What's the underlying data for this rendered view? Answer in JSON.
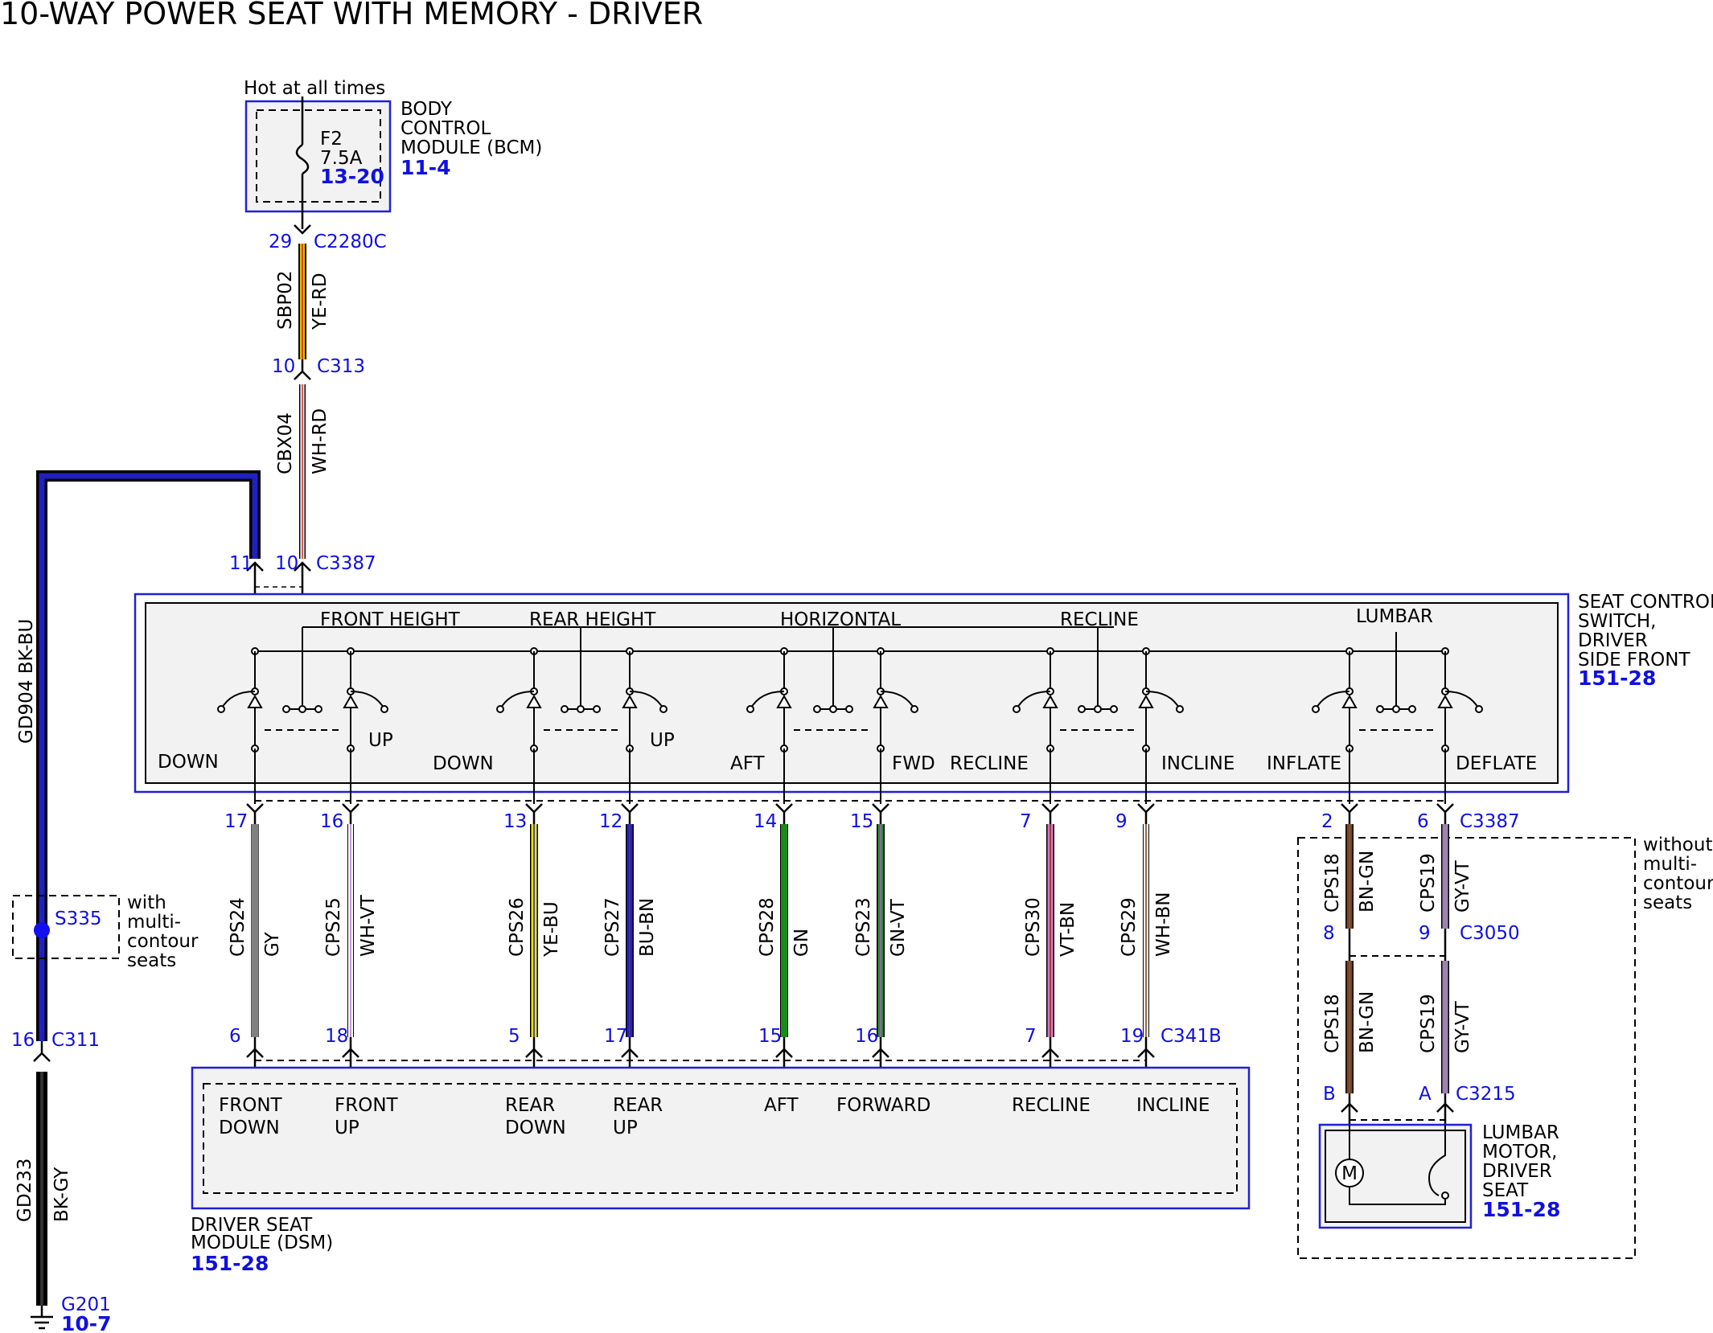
{
  "title": "10-WAY POWER SEAT WITH MEMORY - DRIVER",
  "colors": {
    "component_border": "#2020d8",
    "component_fill": "#f2f2f2",
    "pin_text": "#1010e0"
  },
  "bcm": {
    "hot_label": "Hot at all times",
    "name_lines": [
      "BODY",
      "CONTROL",
      "MODULE (BCM)"
    ],
    "ref": "11-4",
    "fuse_name": "F2",
    "fuse_rating": "7.5A",
    "fuse_ref": "13-20"
  },
  "connectors": {
    "c2280c": {
      "pin": "29",
      "name": "C2280C"
    },
    "c313": {
      "pin": "10",
      "name": "C313"
    },
    "c3387_top": {
      "pin_a": "11",
      "pin_b": "10",
      "name": "C3387"
    },
    "c3387_bottom": {
      "name": "C3387"
    },
    "c311": {
      "pin": "16",
      "name": "C311"
    },
    "c341b": {
      "name": "C341B"
    },
    "c3050": {
      "name": "C3050"
    },
    "c3215": {
      "name": "C3215"
    }
  },
  "wires": {
    "sbp02": {
      "circuit": "SBP02",
      "color": "YE-RD"
    },
    "cbx04": {
      "circuit": "CBX04",
      "color": "WH-RD"
    },
    "gd904": {
      "circuit": "GD904",
      "color": "BK-BU"
    },
    "gd233": {
      "circuit": "GD233",
      "color": "BK-GY"
    }
  },
  "splice": {
    "name": "S335",
    "note_lines": [
      "with",
      "multi-",
      "contour",
      "seats"
    ]
  },
  "ground": {
    "name": "G201",
    "ref": "10-7"
  },
  "seat_switch": {
    "name_lines": [
      "SEAT CONTROL",
      "SWITCH,",
      "DRIVER",
      "SIDE FRONT"
    ],
    "ref": "151-28",
    "sections": [
      "FRONT HEIGHT",
      "REAR HEIGHT",
      "HORIZONTAL",
      "RECLINE",
      "LUMBAR"
    ],
    "positions": [
      "DOWN",
      "UP",
      "DOWN",
      "UP",
      "AFT",
      "FWD",
      "RECLINE",
      "INCLINE",
      "INFLATE",
      "DEFLATE"
    ]
  },
  "dsm_wires": [
    {
      "top_pin": "17",
      "circuit": "CPS24",
      "color": "GY",
      "bottom_pin": "6"
    },
    {
      "top_pin": "16",
      "circuit": "CPS25",
      "color": "WH-VT",
      "bottom_pin": "18"
    },
    {
      "top_pin": "13",
      "circuit": "CPS26",
      "color": "YE-BU",
      "bottom_pin": "5"
    },
    {
      "top_pin": "12",
      "circuit": "CPS27",
      "color": "BU-BN",
      "bottom_pin": "17"
    },
    {
      "top_pin": "14",
      "circuit": "CPS28",
      "color": "GN",
      "bottom_pin": "15"
    },
    {
      "top_pin": "15",
      "circuit": "CPS23",
      "color": "GN-VT",
      "bottom_pin": "16"
    },
    {
      "top_pin": "7",
      "circuit": "CPS30",
      "color": "VT-BN",
      "bottom_pin": "7"
    },
    {
      "top_pin": "9",
      "circuit": "CPS29",
      "color": "WH-BN",
      "bottom_pin": "19"
    }
  ],
  "lumbar_wires": [
    {
      "top_pin": "2",
      "circuit": "CPS18",
      "color": "BN-GN",
      "mid_pin": "8",
      "bottom_pin": "B"
    },
    {
      "top_pin": "6",
      "circuit": "CPS19",
      "color": "GY-VT",
      "mid_pin": "9",
      "bottom_pin": "A"
    }
  ],
  "lumbar_note_lines": [
    "without",
    "multi-",
    "contour",
    "seats"
  ],
  "dsm": {
    "name_lines": [
      "DRIVER SEAT",
      "MODULE (DSM)"
    ],
    "ref": "151-28",
    "inputs": [
      [
        "FRONT",
        "DOWN"
      ],
      [
        "FRONT",
        "UP"
      ],
      [
        "REAR",
        "DOWN"
      ],
      [
        "REAR",
        "UP"
      ],
      [
        "AFT"
      ],
      [
        "FORWARD"
      ],
      [
        "RECLINE"
      ],
      [
        "INCLINE"
      ]
    ]
  },
  "lumbar_motor": {
    "name_lines": [
      "LUMBAR",
      "MOTOR,",
      "DRIVER",
      "SEAT"
    ],
    "ref": "151-28",
    "motor_symbol": "M"
  }
}
